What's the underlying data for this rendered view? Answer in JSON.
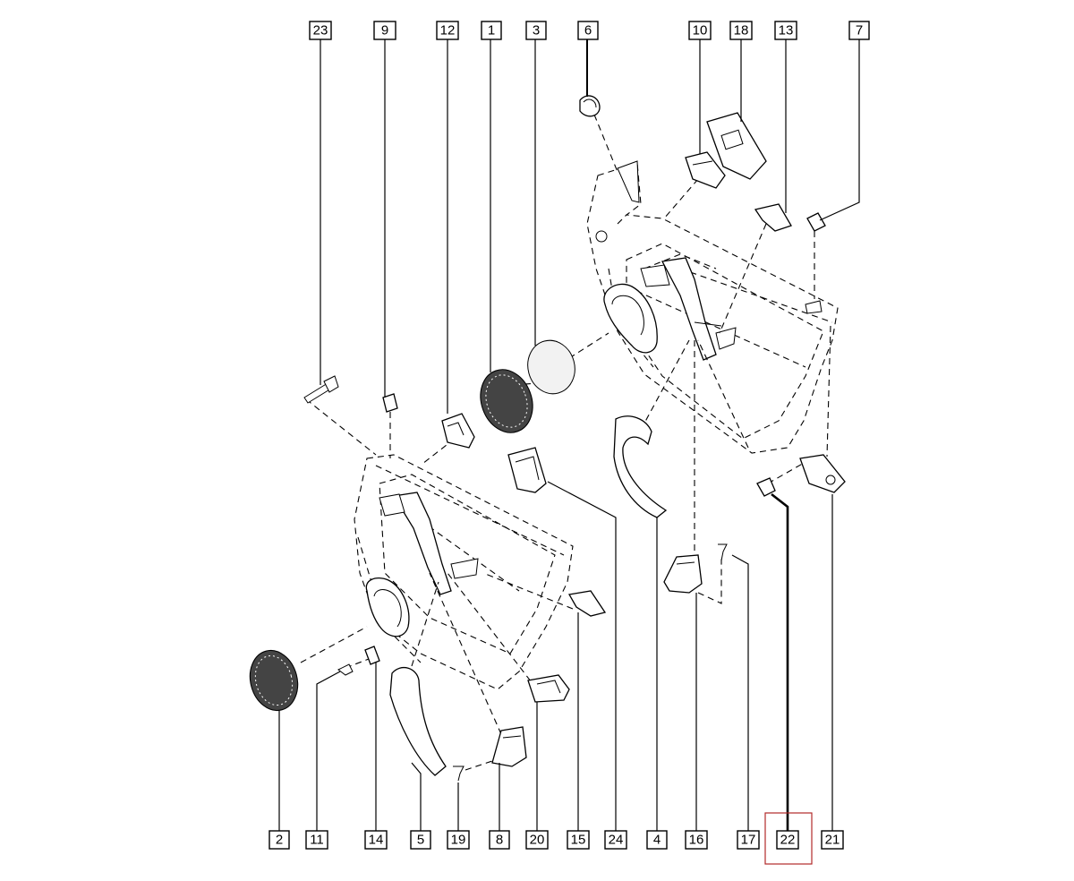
{
  "callouts_top": [
    "23",
    "9",
    "12",
    "1",
    "3",
    "6",
    "10",
    "18",
    "13",
    "7"
  ],
  "callouts_bottom": [
    "2",
    "11",
    "14",
    "5",
    "19",
    "8",
    "20",
    "15",
    "24",
    "4",
    "16",
    "17",
    "22",
    "21"
  ],
  "selected_callout": "22",
  "colors": {
    "line": "#000000",
    "highlight": "#b22a2a",
    "background": "#ffffff"
  }
}
